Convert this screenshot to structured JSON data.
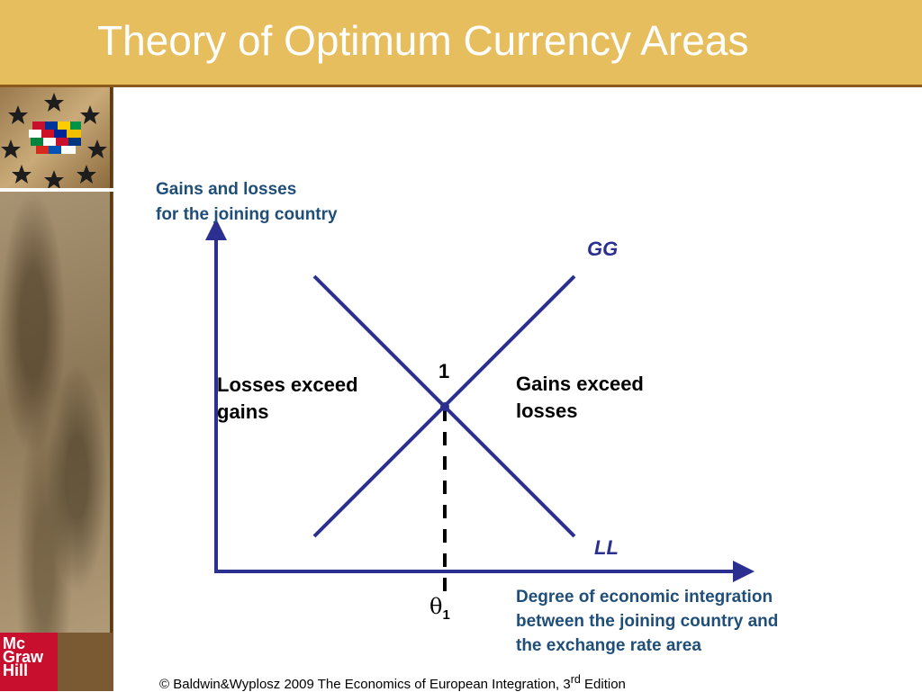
{
  "slide": {
    "title": "Theory of Optimum Currency Areas",
    "footer_prefix": "© Baldwin&Wyplosz 2009 The Economics of European Integration, 3",
    "footer_sup": "rd",
    "footer_suffix": " Edition",
    "logo_lines": [
      "Mc",
      "Graw",
      "Hill"
    ]
  },
  "diagram": {
    "y_axis_label_line1": "Gains and losses",
    "y_axis_label_line2": "for the joining country",
    "x_axis_label_line1": "Degree of economic integration",
    "x_axis_label_line2": "between the joining country and",
    "x_axis_label_line3": "the exchange rate area",
    "curve_gg": "GG",
    "curve_ll": "LL",
    "region_left_line1": "Losses exceed",
    "region_left_line2": "gains",
    "region_right_line1": "Gains exceed",
    "region_right_line2": "losses",
    "intersection_label": "1",
    "threshold_symbol": "θ",
    "threshold_subscript": "1",
    "colors": {
      "curves": "#2b2f8f",
      "axes": "#2b2f8f",
      "axis_titles": "#1f4e79"
    }
  }
}
